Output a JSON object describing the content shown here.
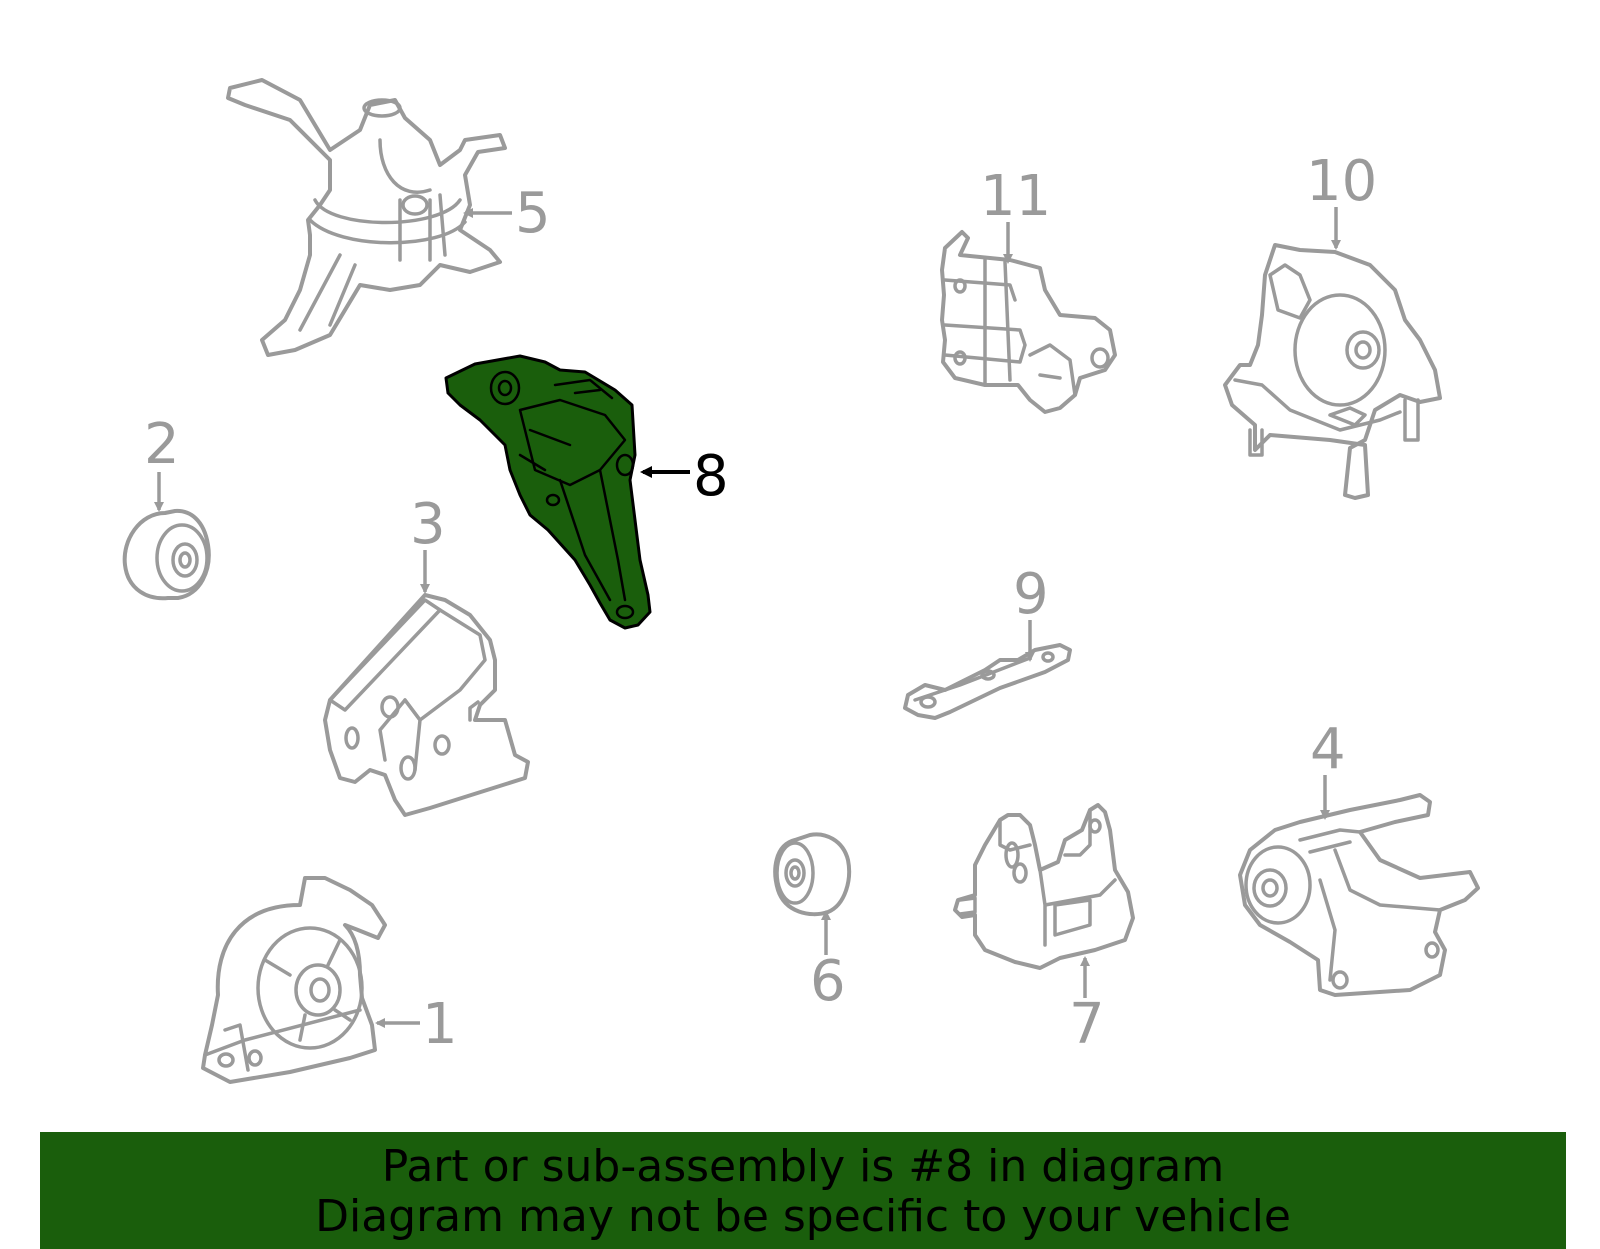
{
  "callouts": {
    "c1": "1",
    "c2": "2",
    "c3": "3",
    "c4": "4",
    "c5": "5",
    "c6": "6",
    "c7": "7",
    "c8": "8",
    "c9": "9",
    "c10": "10",
    "c11": "11"
  },
  "highlighted_part": "8",
  "banner": {
    "line1": "Part or sub-assembly is #8 in diagram",
    "line2": "Diagram may not be specific to your vehicle"
  },
  "colors": {
    "highlight": "#1a5e0c",
    "outline": "#9a9a9a",
    "banner": "#1a5e0c"
  }
}
